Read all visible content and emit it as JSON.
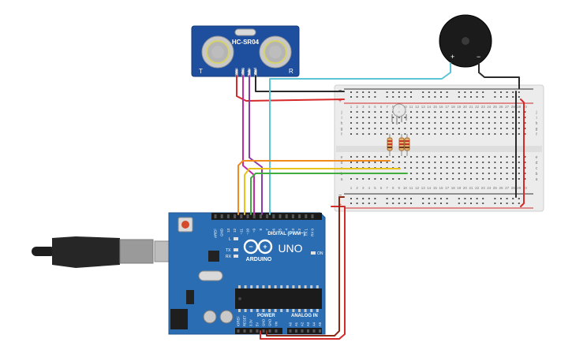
{
  "sensor": {
    "model": "HC-SR04",
    "corner_left": "T",
    "corner_right": "R",
    "pins": [
      "Vcc",
      "Trig",
      "Echo",
      "Gnd"
    ]
  },
  "buzzer": {
    "plus": "+",
    "minus": "−"
  },
  "arduino": {
    "brand": "ARDUINO",
    "model": "UNO",
    "digital_label": "DIGITAL (PWM~)",
    "power_label": "POWER",
    "analog_label": "ANALOG IN",
    "on_label": "ON",
    "tx_label": "TX",
    "rx_label": "RX",
    "l_label": "L",
    "header_top": [
      "AREF",
      "GND",
      "13",
      "12",
      "~11",
      "~10",
      "~9",
      "8",
      "7",
      "~6",
      "~5",
      "4",
      "~3",
      "2",
      "TX 1",
      "RX 0"
    ],
    "header_power": [
      "IOREF",
      "RESET",
      "3.3V",
      "5V",
      "GND",
      "GND",
      "Vin"
    ],
    "header_analog": [
      "A0",
      "A1",
      "A2",
      "A3",
      "A4",
      "A5"
    ]
  },
  "breadboard": {
    "columns": [
      "1",
      "2",
      "3",
      "4",
      "5",
      "6",
      "7",
      "8",
      "9",
      "10",
      "11",
      "12",
      "13",
      "14",
      "15",
      "16",
      "17",
      "18",
      "19",
      "20",
      "21",
      "22",
      "23",
      "24",
      "25",
      "26",
      "27",
      "28",
      "29",
      "30"
    ],
    "rows_top": [
      "j",
      "i",
      "h",
      "g",
      "f"
    ],
    "rows_bottom": [
      "e",
      "d",
      "c",
      "b",
      "a"
    ],
    "rail_minus": "−",
    "rail_plus": "+"
  },
  "colors": {
    "board_blue": "#2a6db3",
    "sensor_blue": "#1e4e9e",
    "wire_red": "#d42a2a",
    "wire_black": "#2b2b2b",
    "wire_orange": "#f08c1e",
    "wire_yellow": "#e8c41a",
    "wire_green": "#3fae3f",
    "wire_purple": "#8e3aa8",
    "wire_magenta": "#c02aa0",
    "wire_cyan": "#5cc4d4",
    "wire_brown": "#8a2a14"
  }
}
